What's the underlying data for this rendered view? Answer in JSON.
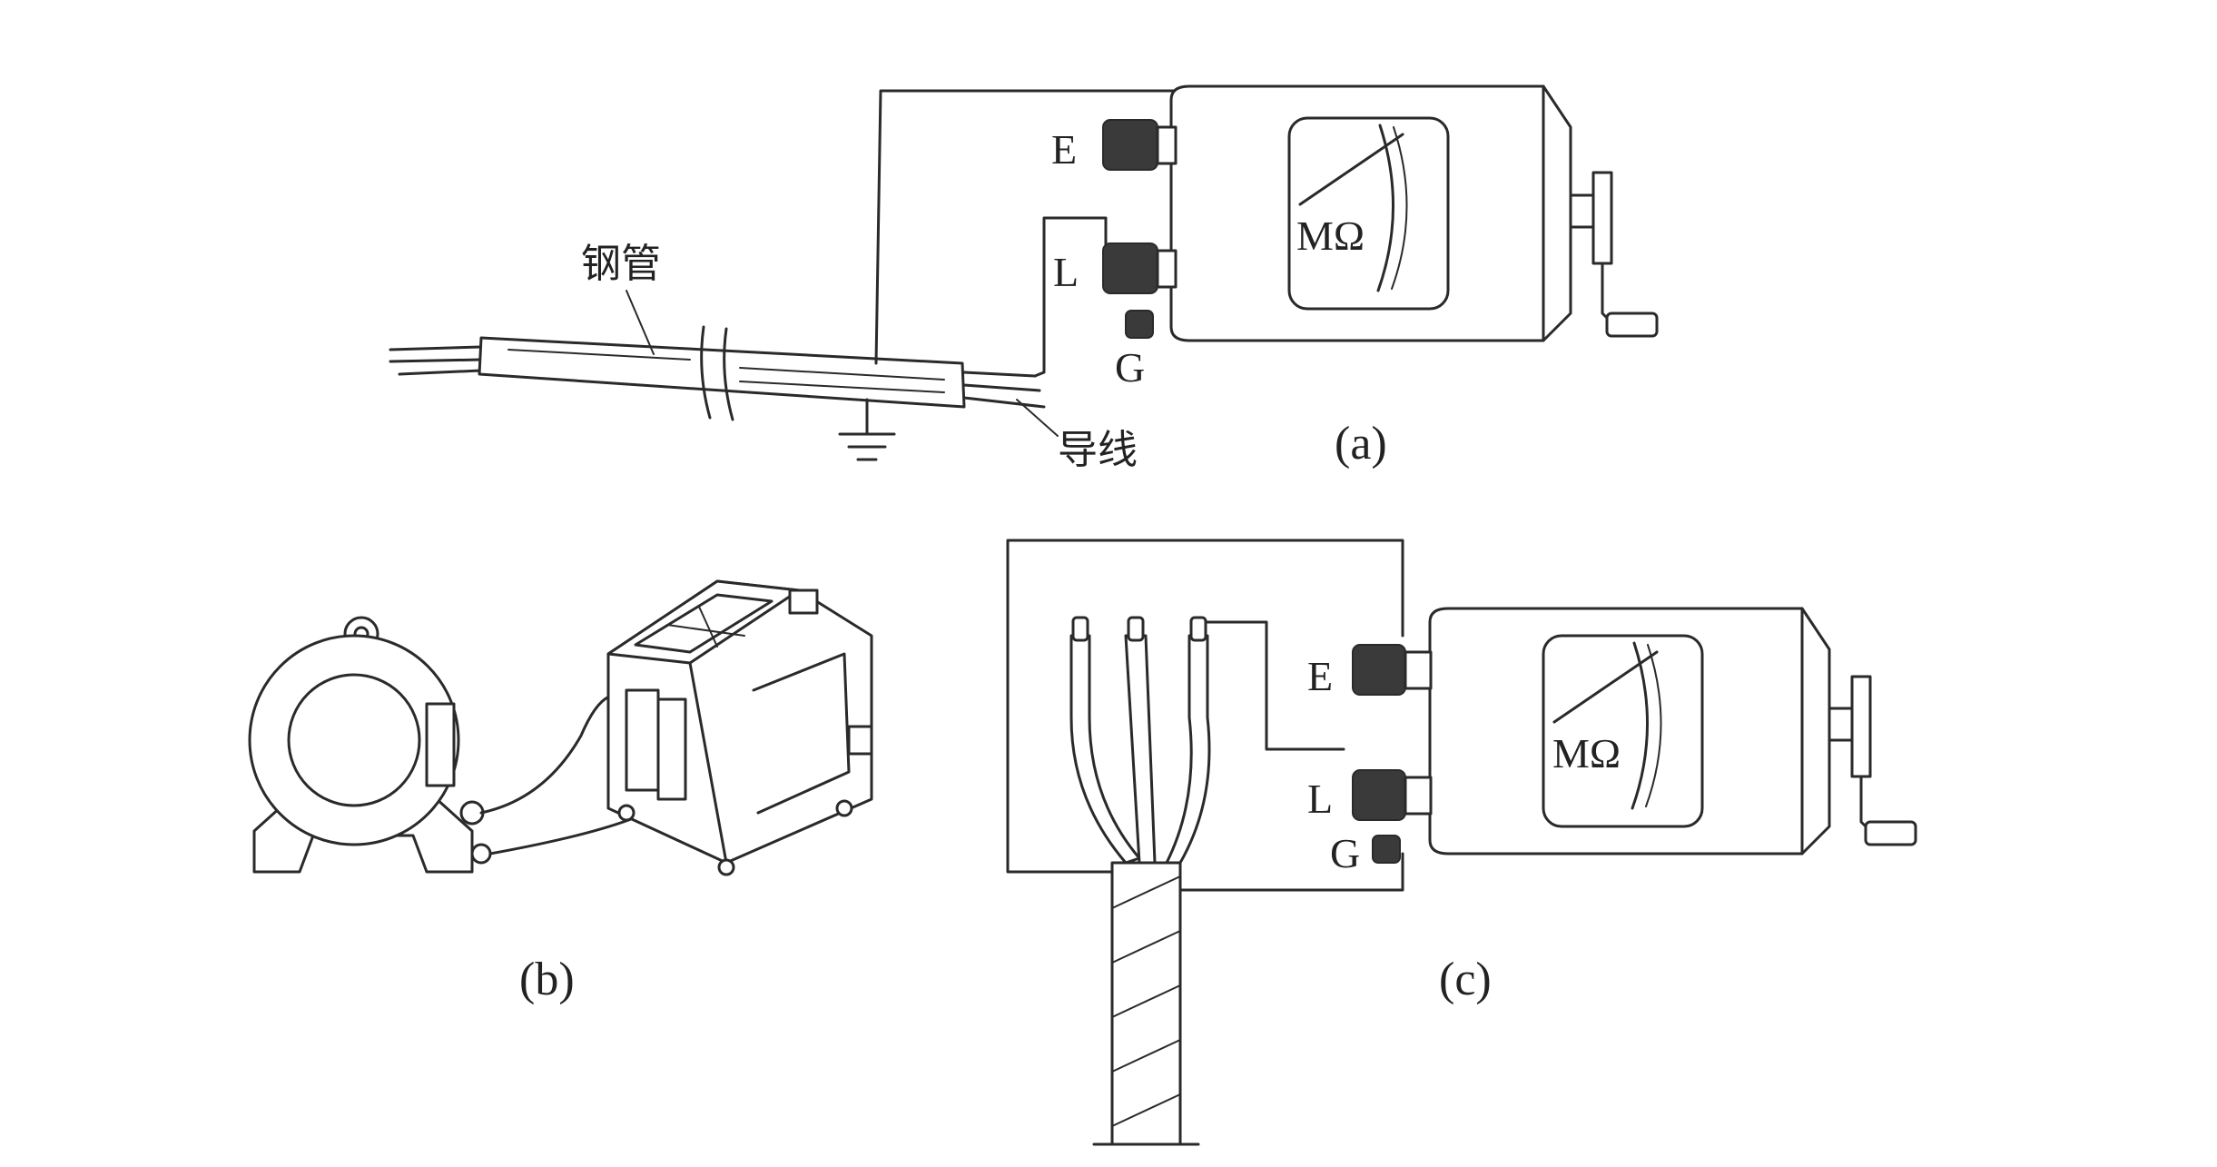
{
  "figure": {
    "panel_a": {
      "caption": "(a)",
      "steel_pipe_label": "钢管",
      "wire_label": "导线",
      "terminal_e": "E",
      "terminal_l": "L",
      "terminal_g": "G",
      "meter_unit": "MΩ"
    },
    "panel_b": {
      "caption": "(b)"
    },
    "panel_c": {
      "caption": "(c)",
      "terminal_e": "E",
      "terminal_l": "L",
      "terminal_g": "G",
      "meter_unit": "MΩ"
    }
  }
}
